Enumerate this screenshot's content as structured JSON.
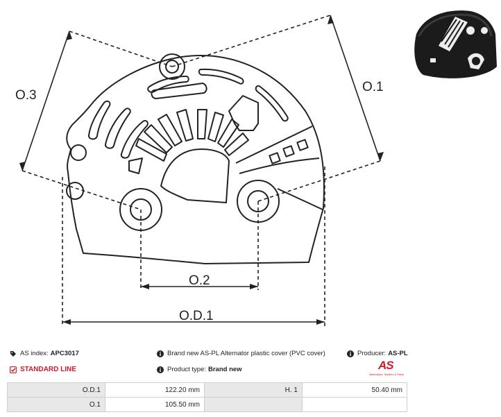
{
  "drawing": {
    "labels": {
      "od1": "O.D.1",
      "o1": "O.1",
      "o2": "O.2",
      "o3": "O.3"
    }
  },
  "info": {
    "as_index_label": "AS index:",
    "as_index_value": "APC3017",
    "description": "Brand new AS-PL Alternator plastic cover (PVC cover)",
    "producer_label": "Producer:",
    "producer_value": "AS-PL",
    "line": "STANDARD LINE",
    "product_type_label": "Product type:",
    "product_type_value": "Brand new"
  },
  "logo": {
    "mark": "AS",
    "tagline": "Alternators, Starters & Parts"
  },
  "params": {
    "rows": [
      {
        "label1": "O.D.1",
        "value1": "122.20 mm",
        "label2": "H. 1",
        "value2": "50.40 mm"
      },
      {
        "label1": "O.1",
        "value1": "105.50 mm",
        "label2": "",
        "value2": ""
      }
    ]
  },
  "icons": {
    "tag": "tag-icon",
    "info": "info-circle-icon",
    "check": "checkbox-icon"
  },
  "colors": {
    "accent": "#d5182b",
    "line": "#222222",
    "table_label_bg": "#e8e8e8"
  }
}
